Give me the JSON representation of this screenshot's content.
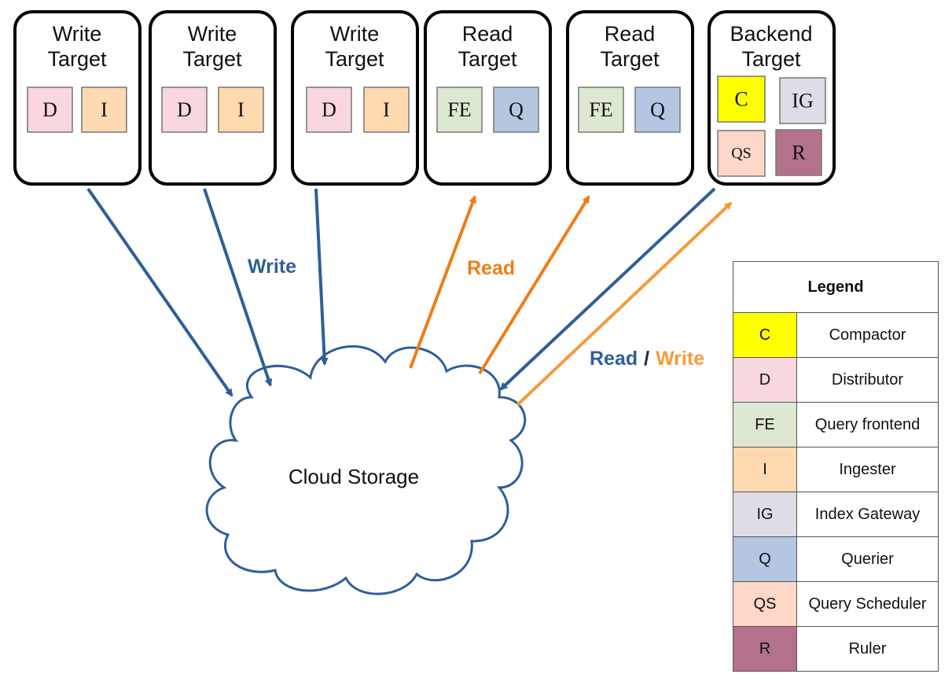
{
  "targets": [
    {
      "title_line1": "Write",
      "title_line2": "Target",
      "components": [
        "D",
        "I"
      ]
    },
    {
      "title_line1": "Write",
      "title_line2": "Target",
      "components": [
        "D",
        "I"
      ]
    },
    {
      "title_line1": "Write",
      "title_line2": "Target",
      "components": [
        "D",
        "I"
      ]
    },
    {
      "title_line1": "Read",
      "title_line2": "Target",
      "components": [
        "FE",
        "Q"
      ]
    },
    {
      "title_line1": "Read",
      "title_line2": "Target",
      "components": [
        "FE",
        "Q"
      ]
    },
    {
      "title_line1": "Backend",
      "title_line2": "Target",
      "components": [
        "C",
        "IG",
        "QS",
        "R"
      ]
    }
  ],
  "flows": {
    "write_label": "Write",
    "read_label": "Read",
    "rw_read": "Read",
    "rw_sep": "/",
    "rw_write": "Write"
  },
  "cloud": {
    "label": "Cloud Storage"
  },
  "legend": {
    "title": "Legend",
    "items": [
      {
        "code": "C",
        "name": "Compactor",
        "color": "#ffff00"
      },
      {
        "code": "D",
        "name": "Distributor",
        "color": "#f8d7df"
      },
      {
        "code": "FE",
        "name": "Query frontend",
        "color": "#dde8d2"
      },
      {
        "code": "I",
        "name": "Ingester",
        "color": "#ffd9b0"
      },
      {
        "code": "IG",
        "name": "Index Gateway",
        "color": "#dedde6"
      },
      {
        "code": "Q",
        "name": "Querier",
        "color": "#b3c8e0"
      },
      {
        "code": "QS",
        "name": "Query Scheduler",
        "color": "#ffd7c8"
      },
      {
        "code": "R",
        "name": "Ruler",
        "color": "#b3718c"
      }
    ]
  },
  "colors": {
    "write_arrow": "#2e5f99",
    "read_arrow": "#ef7d16",
    "rw_write_arrow": "#f79a3a",
    "cloud_stroke": "#2e5f99"
  }
}
